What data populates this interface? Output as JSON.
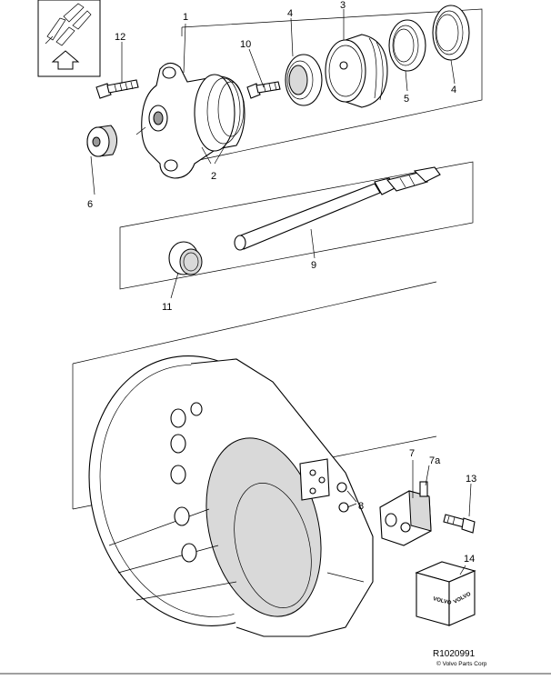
{
  "callouts": {
    "c1": "1",
    "c2": "2",
    "c3": "3",
    "c4a": "4",
    "c4b": "4",
    "c5": "5",
    "c6": "6",
    "c7": "7",
    "c7a": "7a",
    "c8": "8",
    "c9": "9",
    "c10": "10",
    "c11": "11",
    "c12": "12",
    "c13": "13",
    "c14": "14"
  },
  "footer": {
    "reference": "R1020991",
    "copyright": "© Volvo Parts Corp"
  },
  "package": {
    "brand_front": "VOLVO",
    "brand_side": "VOLVO"
  },
  "inset": {
    "icon": "assembly-direction-arrow-icon"
  },
  "colors": {
    "line": "#000000",
    "shade": "#d9d9d9",
    "background": "#ffffff"
  }
}
